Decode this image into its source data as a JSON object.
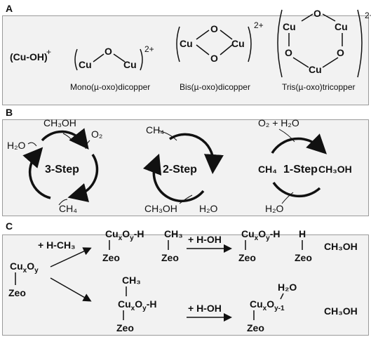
{
  "panelA": {
    "label": "A",
    "cuoh": "(Cu-OH)",
    "cuoh_charge": "+",
    "mono_caption": "Mono(µ-oxo)dicopper",
    "bis_caption": "Bis(µ-oxo)dicopper",
    "tris_caption": "Tris(µ-oxo)tricopper",
    "charge2": "2+",
    "cu": "Cu",
    "o": "O"
  },
  "panelB": {
    "label": "B",
    "step3": "3-Step",
    "step2": "2-Step",
    "step1": "1-Step",
    "ch3oh": "CH₃OH",
    "h2o": "H₂O",
    "o2": "O₂",
    "ch4": "CH₄",
    "o2h2o": "O₂ + H₂O"
  },
  "panelC": {
    "label": "C",
    "start": "CuxOy",
    "zeo": "Zeo",
    "reagent": "+ H-CH₃",
    "top_intermediate": "CuxOy-H",
    "methyl": "CH₃",
    "hoh": "+ H-OH",
    "top_product": "CuxOy-H",
    "h": "H",
    "ch3oh": "CH₃OH",
    "bottom_intermediate": "CuxOy-H",
    "bottom_product": "CuxOy-1",
    "h2o": "H₂O"
  }
}
